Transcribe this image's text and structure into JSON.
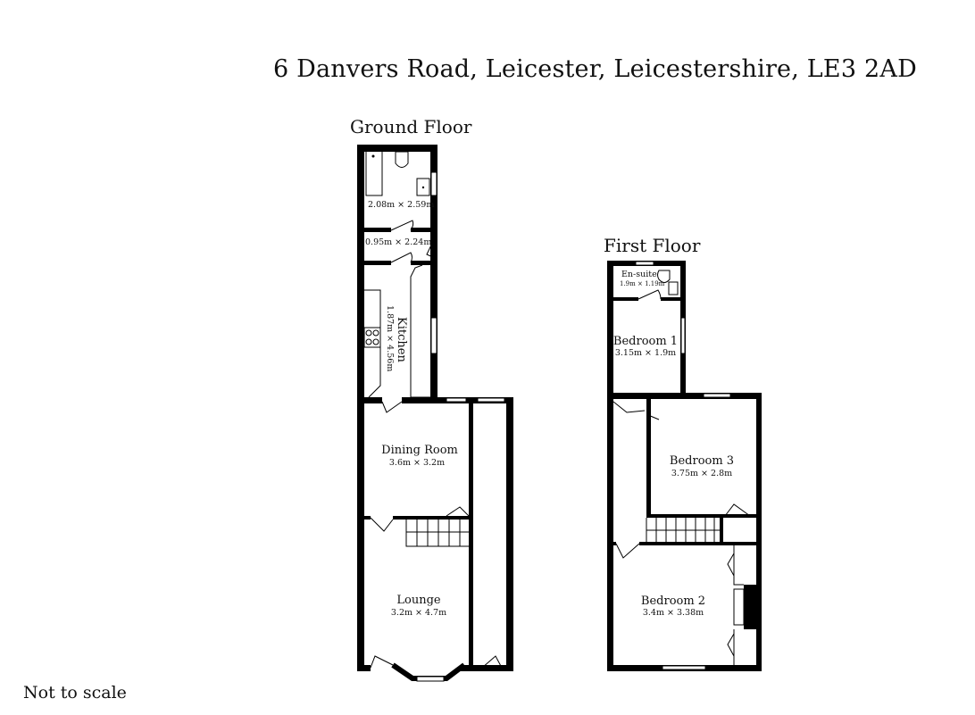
{
  "title": "6 Danvers Road, Leicester, Leicestershire, LE3 2AD",
  "note": "Not to scale",
  "ground_floor": {
    "label": "Ground Floor",
    "rooms": {
      "bathroom": {
        "dims": "2.08m × 2.59m"
      },
      "hall": {
        "dims": "0.95m × 2.24m"
      },
      "kitchen": {
        "name": "Kitchen",
        "dims": "1.87m × 4.56m"
      },
      "dining": {
        "name": "Dining Room",
        "dims": "3.6m × 3.2m"
      },
      "lounge": {
        "name": "Lounge",
        "dims": "3.2m × 4.7m"
      }
    }
  },
  "first_floor": {
    "label": "First Floor",
    "rooms": {
      "ensuite": {
        "name": "En-suite",
        "dims": "1.9m × 1.19m"
      },
      "bedroom1": {
        "name": "Bedroom 1",
        "dims": "3.15m × 1.9m"
      },
      "bedroom3": {
        "name": "Bedroom 3",
        "dims": "3.75m × 2.8m"
      },
      "bedroom2": {
        "name": "Bedroom 2",
        "dims": "3.4m × 3.38m"
      }
    }
  }
}
